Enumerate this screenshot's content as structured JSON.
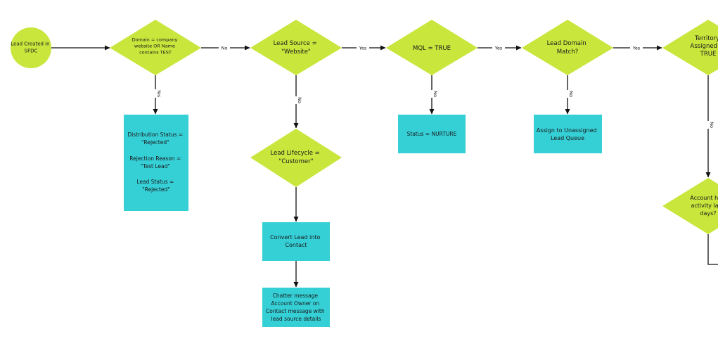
{
  "colors": {
    "decision": "#c8e63c",
    "process": "#35cfd6",
    "start": "#c8e63c",
    "line": "#111111",
    "label_bg": "#ffffff"
  },
  "nodes": {
    "start": {
      "lines": [
        "Lead Created in",
        "SFDC"
      ]
    },
    "domain_test": {
      "lines": [
        "Domain = company",
        "website OR Name",
        "contains TEST"
      ]
    },
    "lead_source": {
      "lines": [
        "Lead Source =",
        "\"Website\""
      ]
    },
    "mql": {
      "lines": [
        "MQL = TRUE"
      ]
    },
    "domain_match": {
      "lines": [
        "Lead Domain",
        "Match?"
      ]
    },
    "territory": {
      "lines": [
        "Territory",
        "Assigned =",
        "TRUE"
      ]
    },
    "rejected": {
      "lines": [
        "Distribution Status =",
        "\"Rejected\"",
        "",
        "Rejection Reason =",
        "\"Test Lead\"",
        "",
        "Lead Status =",
        "\"Rejected\""
      ]
    },
    "lifecycle": {
      "lines": [
        "Lead Lifecycle =",
        "\"Customer\""
      ]
    },
    "nurture": {
      "lines": [
        "Status = NURTURE"
      ]
    },
    "unassigned": {
      "lines": [
        "Assign to Unassigned",
        "Lead Queue"
      ]
    },
    "convert": {
      "lines": [
        "Convert Lead into",
        "Contact"
      ]
    },
    "chatter": {
      "lines": [
        "Chatter message",
        "Account Owner on",
        "Contact message with",
        "lead source details"
      ]
    },
    "activity": {
      "lines": [
        "Account has",
        "activity last",
        "days?"
      ]
    }
  },
  "edges": {
    "domain_no": "No",
    "domain_yes": "Yes",
    "source_yes": "Yes",
    "source_no": "No",
    "mql_yes": "Yes",
    "mql_no": "No",
    "match_yes": "Yes",
    "match_no": "No",
    "territory_no": "No"
  }
}
